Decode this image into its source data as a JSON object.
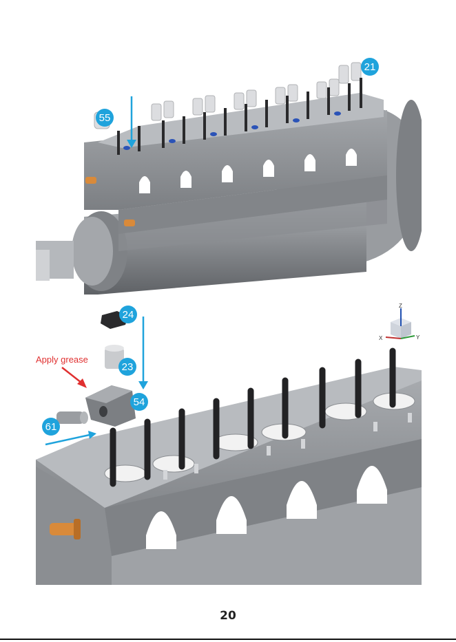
{
  "page": {
    "number": "20"
  },
  "colors": {
    "callout_badge": "#1fa3dc",
    "direction_arrow": "#1fa3dc",
    "grease_note": "#e03030",
    "engine_metal": "#8f9296",
    "bolt_brass": "#d98a3a",
    "stud_dark": "#2a2a2c"
  },
  "top_step": {
    "callouts": [
      {
        "id": "part-55",
        "label": "55"
      },
      {
        "id": "part-21",
        "label": "21"
      }
    ]
  },
  "bottom_step": {
    "callouts": [
      {
        "id": "part-24",
        "label": "24"
      },
      {
        "id": "part-23",
        "label": "23"
      },
      {
        "id": "part-54",
        "label": "54"
      },
      {
        "id": "part-61",
        "label": "61"
      }
    ],
    "note": "Apply grease",
    "axis": {
      "z": "Z",
      "y": "Y",
      "x": "X"
    }
  }
}
